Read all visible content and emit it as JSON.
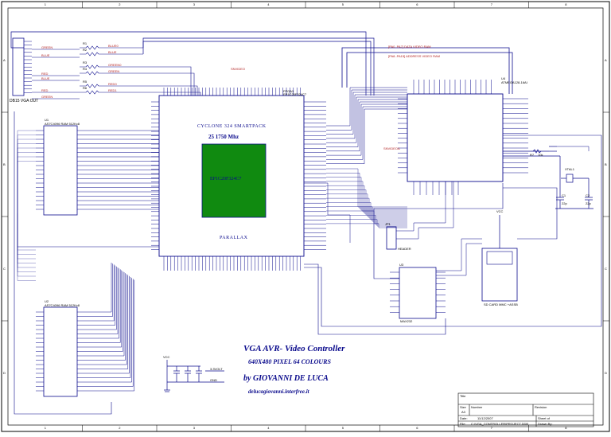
{
  "border": {
    "columns": [
      "1",
      "2",
      "3",
      "4",
      "5",
      "6",
      "7",
      "8"
    ],
    "rows": [
      "A",
      "B",
      "C",
      "D"
    ]
  },
  "connectors": {
    "vga_label": "DB15 VGA OUT",
    "vga_signals": [
      "GREEN",
      "BLUE",
      "RED",
      "BLUE",
      "RED",
      "GREEN"
    ],
    "vga_resistors": [
      {
        "label": "BLUE0",
        "ref": "R1"
      },
      {
        "label": "BLUE",
        "ref": "R2"
      },
      {
        "label": "GREEN0",
        "ref": "R3"
      },
      {
        "label": "GREEN",
        "ref": "R4"
      },
      {
        "label": "RED0",
        "ref": "R5"
      },
      {
        "label": "RED1",
        "ref": "R6"
      }
    ]
  },
  "ram1": {
    "ref": "U1",
    "part": "AS7C4096 RAM 512Kx8"
  },
  "ram2": {
    "ref": "U2",
    "part": "AS7C4096 RAM 512Kx8"
  },
  "fpga": {
    "ref": "FPGA1",
    "part": "EP1C20F324C7",
    "top_label": "CYCLONE 324 SMARTPACK",
    "clock_label": "25 1750 Mhz",
    "chip_label": "EP1C20F324C7",
    "bottom_label": "PARALLAX",
    "net_top": "SNVIDEO"
  },
  "avr": {
    "ref": "U4",
    "part": "ATMEGA128-16AI",
    "bus_label1": "[PA0..PA7] DATA VIDEO RAM",
    "bus_label2": "[PA8..PA15] ADDRESS VIDEO RAM",
    "net_left": "SNVIDEOA"
  },
  "crystal": {
    "ref": "XTAL1",
    "c1": "C1",
    "c2": "C2",
    "c1v": "22p",
    "c2v": "22p",
    "r": "R7",
    "rv": "10k"
  },
  "jumper": {
    "ref": "JP1",
    "note": "HEADER"
  },
  "max": {
    "ref": "U3",
    "part": "MAX232"
  },
  "sd": {
    "ref": "SD CARD MMC +ASSB",
    "vcc": "VCC"
  },
  "power": {
    "vcc": "VCC",
    "gnd": "GND",
    "l": "3.3VOLT"
  },
  "titles": {
    "line1": "VGA AVR- Video Controller",
    "line2": "640X480 PIXEL 64 COLOURS",
    "line3": "by GIOVANNI DE LUCA",
    "line4": "delucagiovanni.interfree.it"
  },
  "titleblock": {
    "title": "Title",
    "size": "Size",
    "size_val": "A3",
    "number": "Number",
    "revision": "Revision",
    "date": "Date:",
    "date_val": "11/12/2007",
    "file": "File:",
    "file_val": "C:\\VGA_CONTROLLER\\PROJECT.DDB",
    "sheet": "Sheet   of",
    "drawn": "Drawn By:"
  },
  "colors": {
    "wire": "#0a0a8c",
    "pin": "#b22222",
    "chip": "#000000",
    "fpga_core": "#108a10",
    "text": "#0a0a8c"
  }
}
